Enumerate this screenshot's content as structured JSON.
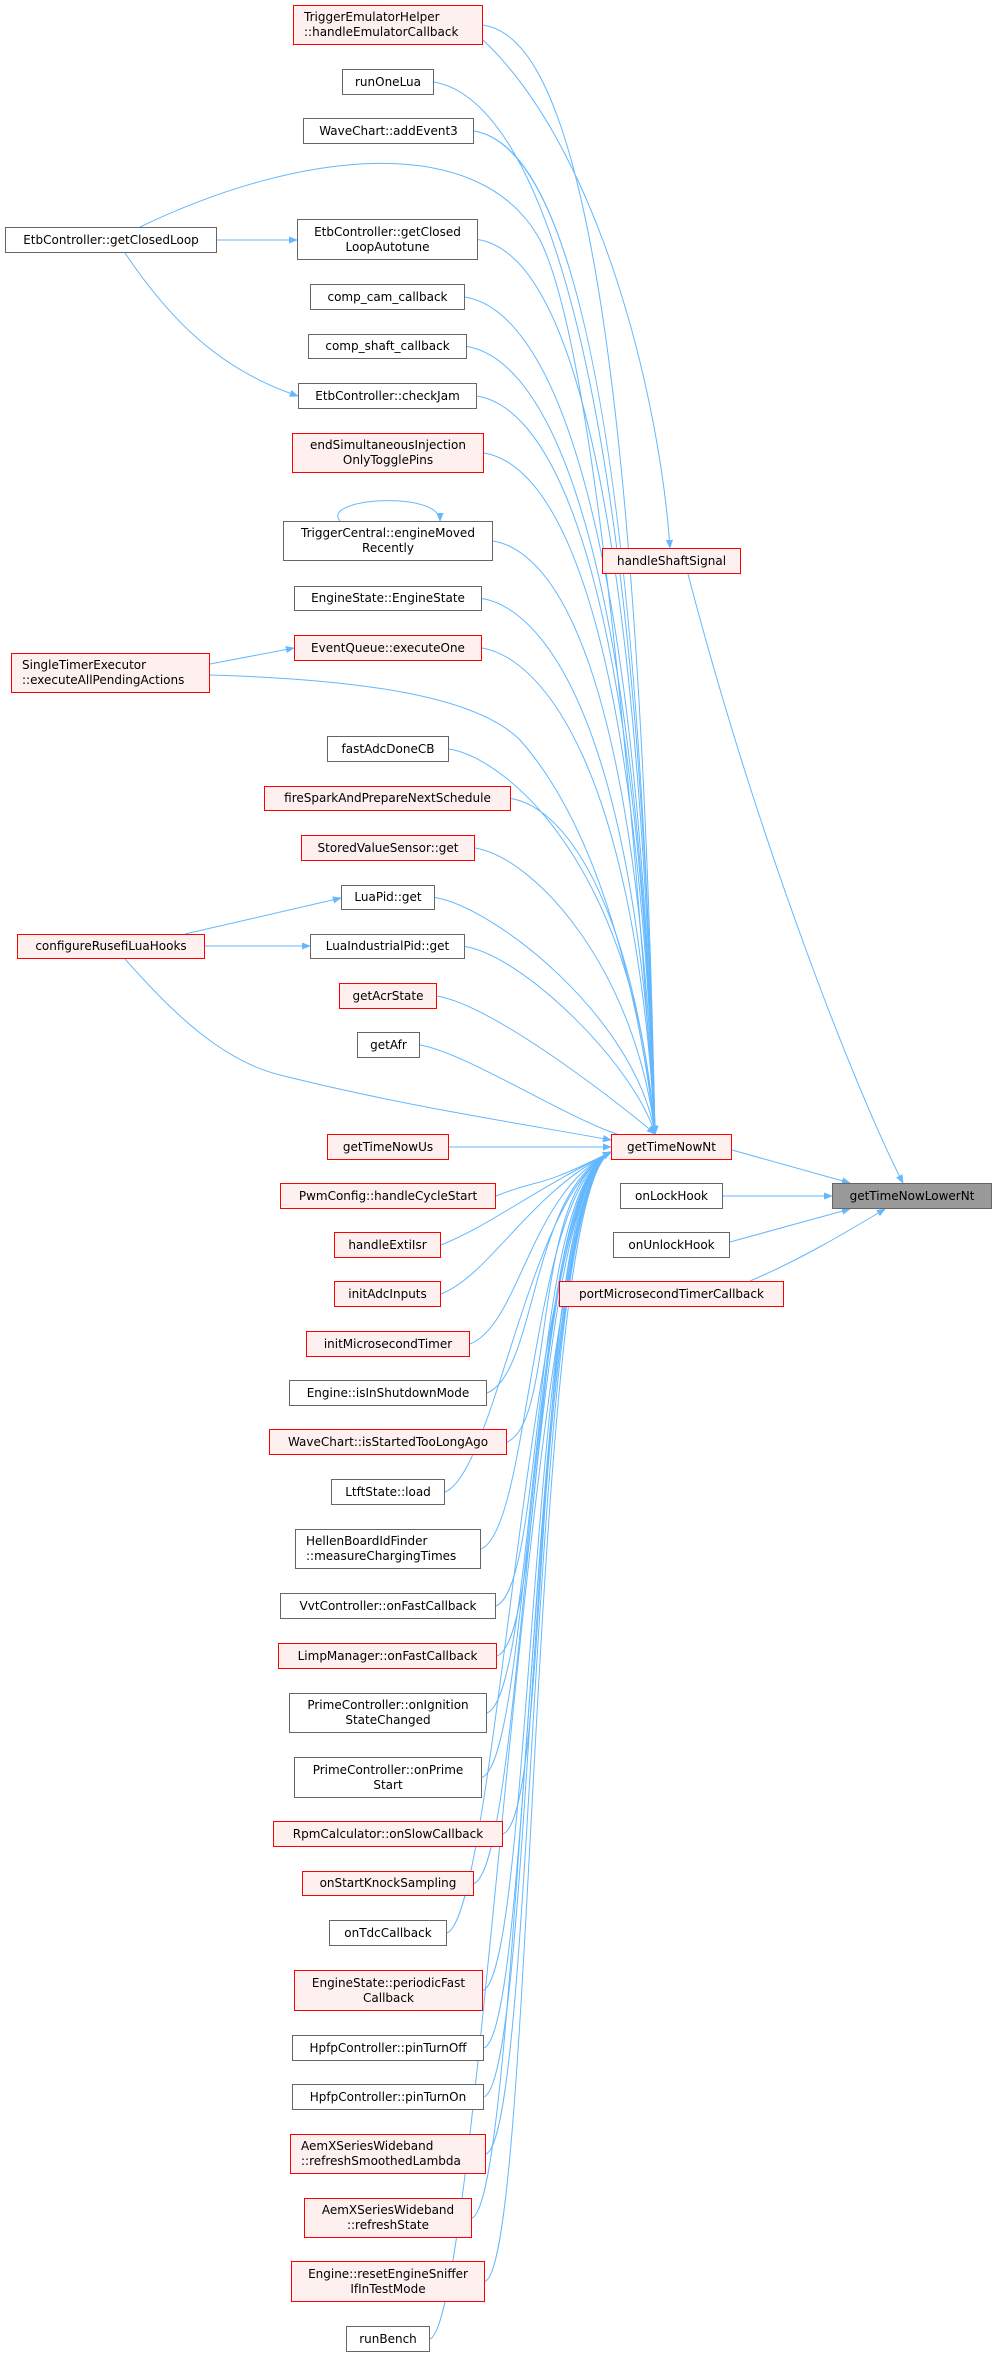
{
  "colors": {
    "edge": "#63b8ff",
    "red_border": "#ff0000",
    "red_fill": "#fff0f0",
    "black_border": "#666666",
    "target_fill": "#999999"
  },
  "nodes": [
    {
      "id": "n0",
      "label": "TriggerEmulatorHelper\n::handleEmulatorCallback",
      "style": "red"
    },
    {
      "id": "n1",
      "label": "runOneLua",
      "style": "black"
    },
    {
      "id": "n2",
      "label": "WaveChart::addEvent3",
      "style": "black"
    },
    {
      "id": "n3",
      "label": "EtbController::getClosedLoop",
      "style": "black"
    },
    {
      "id": "n4",
      "label": "EtbController::getClosed\nLoopAutotune",
      "style": "black"
    },
    {
      "id": "n5",
      "label": "comp_cam_callback",
      "style": "black"
    },
    {
      "id": "n6",
      "label": "comp_shaft_callback",
      "style": "black"
    },
    {
      "id": "n7",
      "label": "EtbController::checkJam",
      "style": "black"
    },
    {
      "id": "n8",
      "label": "endSimultaneousInjection\nOnlyTogglePins",
      "style": "red"
    },
    {
      "id": "n9",
      "label": "TriggerCentral::engineMoved\nRecently",
      "style": "black"
    },
    {
      "id": "n10",
      "label": "EngineState::EngineState",
      "style": "black"
    },
    {
      "id": "n11",
      "label": "EventQueue::executeOne",
      "style": "red"
    },
    {
      "id": "n12",
      "label": "SingleTimerExecutor\n::executeAllPendingActions",
      "style": "red"
    },
    {
      "id": "n13",
      "label": "fastAdcDoneCB",
      "style": "black"
    },
    {
      "id": "n14",
      "label": "fireSparkAndPrepareNextSchedule",
      "style": "red"
    },
    {
      "id": "n15",
      "label": "StoredValueSensor::get",
      "style": "red"
    },
    {
      "id": "n16",
      "label": "LuaPid::get",
      "style": "black"
    },
    {
      "id": "n17",
      "label": "configureRusefiLuaHooks",
      "style": "red"
    },
    {
      "id": "n18",
      "label": "LuaIndustrialPid::get",
      "style": "black"
    },
    {
      "id": "n19",
      "label": "getAcrState",
      "style": "red"
    },
    {
      "id": "n20",
      "label": "getAfr",
      "style": "black"
    },
    {
      "id": "n21",
      "label": "getTimeNowNt",
      "style": "red"
    },
    {
      "id": "n22",
      "label": "getTimeNowUs",
      "style": "red"
    },
    {
      "id": "n23",
      "label": "PwmConfig::handleCycleStart",
      "style": "red"
    },
    {
      "id": "n24",
      "label": "onLockHook",
      "style": "black"
    },
    {
      "id": "n25",
      "label": "getTimeNowLowerNt",
      "style": "target"
    },
    {
      "id": "n26",
      "label": "handleExtiIsr",
      "style": "red"
    },
    {
      "id": "n27",
      "label": "onUnlockHook",
      "style": "black"
    },
    {
      "id": "n28",
      "label": "initAdcInputs",
      "style": "red"
    },
    {
      "id": "n29",
      "label": "portMicrosecondTimerCallback",
      "style": "red"
    },
    {
      "id": "n30",
      "label": "initMicrosecondTimer",
      "style": "red"
    },
    {
      "id": "n31",
      "label": "Engine::isInShutdownMode",
      "style": "black"
    },
    {
      "id": "n32",
      "label": "WaveChart::isStartedTooLongAgo",
      "style": "red"
    },
    {
      "id": "n33",
      "label": "LtftState::load",
      "style": "black"
    },
    {
      "id": "n34",
      "label": "HellenBoardIdFinder\n::measureChargingTimes",
      "style": "black"
    },
    {
      "id": "n35",
      "label": "VvtController::onFastCallback",
      "style": "black"
    },
    {
      "id": "n36",
      "label": "LimpManager::onFastCallback",
      "style": "red"
    },
    {
      "id": "n37",
      "label": "PrimeController::onIgnition\nStateChanged",
      "style": "black"
    },
    {
      "id": "n38",
      "label": "PrimeController::onPrime\nStart",
      "style": "black"
    },
    {
      "id": "n39",
      "label": "RpmCalculator::onSlowCallback",
      "style": "red"
    },
    {
      "id": "n40",
      "label": "onStartKnockSampling",
      "style": "red"
    },
    {
      "id": "n41",
      "label": "onTdcCallback",
      "style": "black"
    },
    {
      "id": "n42",
      "label": "EngineState::periodicFast\nCallback",
      "style": "red"
    },
    {
      "id": "n43",
      "label": "HpfpController::pinTurnOff",
      "style": "black"
    },
    {
      "id": "n44",
      "label": "HpfpController::pinTurnOn",
      "style": "black"
    },
    {
      "id": "n45",
      "label": "AemXSeriesWideband\n::refreshSmoothedLambda",
      "style": "red"
    },
    {
      "id": "n46",
      "label": "AemXSeriesWideband\n::refreshState",
      "style": "red"
    },
    {
      "id": "n47",
      "label": "Engine::resetEngineSniffer\nIfInTestMode",
      "style": "red"
    },
    {
      "id": "n48",
      "label": "runBench",
      "style": "black"
    },
    {
      "id": "n49",
      "label": "handleShaftSignal",
      "style": "red"
    }
  ],
  "edges": [
    [
      "n0",
      "n21"
    ],
    [
      "n1",
      "n21"
    ],
    [
      "n2",
      "n21"
    ],
    [
      "n3",
      "n21"
    ],
    [
      "n4",
      "n21"
    ],
    [
      "n5",
      "n21"
    ],
    [
      "n6",
      "n21"
    ],
    [
      "n7",
      "n21"
    ],
    [
      "n8",
      "n21"
    ],
    [
      "n9",
      "n21"
    ],
    [
      "n10",
      "n21"
    ],
    [
      "n11",
      "n21"
    ],
    [
      "n12",
      "n21"
    ],
    [
      "n13",
      "n21"
    ],
    [
      "n14",
      "n21"
    ],
    [
      "n15",
      "n21"
    ],
    [
      "n16",
      "n21"
    ],
    [
      "n17",
      "n21"
    ],
    [
      "n18",
      "n21"
    ],
    [
      "n19",
      "n21"
    ],
    [
      "n20",
      "n21"
    ],
    [
      "n22",
      "n21"
    ],
    [
      "n23",
      "n21"
    ],
    [
      "n26",
      "n21"
    ],
    [
      "n28",
      "n21"
    ],
    [
      "n30",
      "n21"
    ],
    [
      "n31",
      "n21"
    ],
    [
      "n32",
      "n21"
    ],
    [
      "n33",
      "n21"
    ],
    [
      "n34",
      "n21"
    ],
    [
      "n35",
      "n21"
    ],
    [
      "n36",
      "n21"
    ],
    [
      "n37",
      "n21"
    ],
    [
      "n38",
      "n21"
    ],
    [
      "n39",
      "n21"
    ],
    [
      "n40",
      "n21"
    ],
    [
      "n41",
      "n21"
    ],
    [
      "n42",
      "n21"
    ],
    [
      "n43",
      "n21"
    ],
    [
      "n44",
      "n21"
    ],
    [
      "n45",
      "n21"
    ],
    [
      "n46",
      "n21"
    ],
    [
      "n47",
      "n21"
    ],
    [
      "n48",
      "n21"
    ],
    [
      "n3",
      "n4"
    ],
    [
      "n3",
      "n7"
    ],
    [
      "n12",
      "n11"
    ],
    [
      "n17",
      "n16"
    ],
    [
      "n17",
      "n18"
    ],
    [
      "n9",
      "n9"
    ],
    [
      "n0",
      "n49"
    ],
    [
      "n49",
      "n25"
    ],
    [
      "n21",
      "n25"
    ],
    [
      "n24",
      "n25"
    ],
    [
      "n27",
      "n25"
    ],
    [
      "n29",
      "n25"
    ]
  ]
}
